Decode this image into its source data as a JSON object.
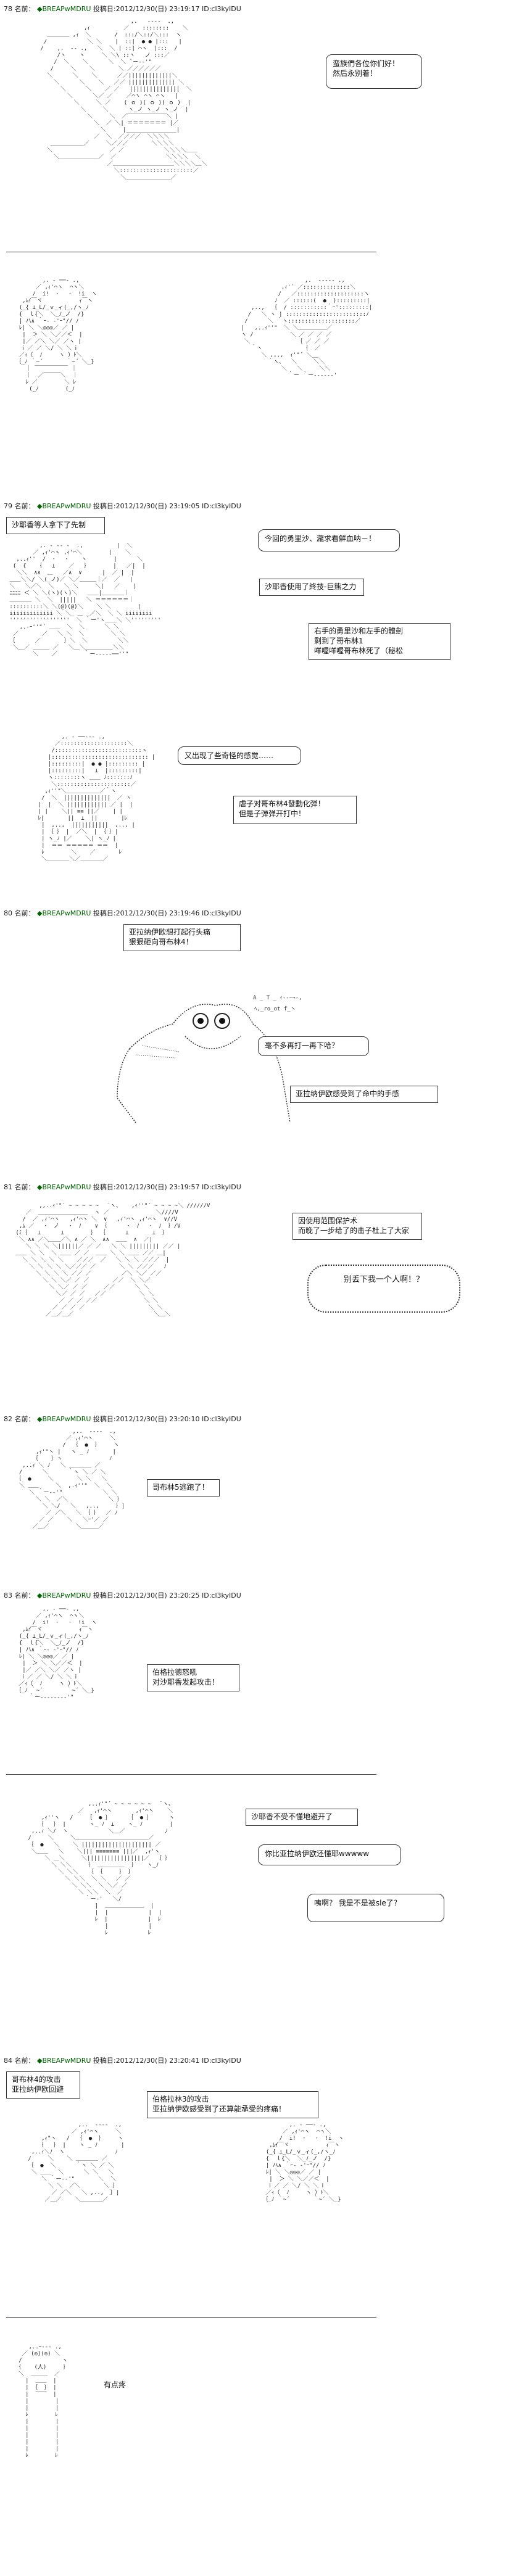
{
  "posts": [
    {
      "num": "78",
      "label": "名前：",
      "name": "◆BREAPwMDRU",
      "date": "投稿日:2012/12/30(日) 23:19:17",
      "id": "ID:cl3kyIDU"
    },
    {
      "num": "79",
      "label": "名前：",
      "name": "◆BREAPwMDRU",
      "date": "投稿日:2012/12/30(日) 23:19:05",
      "id": "ID:cl3kyIDU"
    },
    {
      "num": "80",
      "label": "名前：",
      "name": "◆BREAPwMDRU",
      "date": "投稿日:2012/12/30(日) 23:19:46",
      "id": "ID:cl3kyIDU"
    },
    {
      "num": "81",
      "label": "名前：",
      "name": "◆BREAPwMDRU",
      "date": "投稿日:2012/12/30(日) 23:19:57",
      "id": "ID:cl3kyIDU"
    },
    {
      "num": "82",
      "label": "名前：",
      "name": "◆BREAPwMDRU",
      "date": "投稿日:2012/12/30(日) 23:20:10",
      "id": "ID:cl3kyIDU"
    },
    {
      "num": "83",
      "label": "名前：",
      "name": "◆BREAPwMDRU",
      "date": "投稿日:2012/12/30(日) 23:20:25",
      "id": "ID:cl3kyIDU"
    },
    {
      "num": "84",
      "label": "名前：",
      "name": "◆BREAPwMDRU",
      "date": "投稿日:2012/12/30(日) 23:20:41",
      "id": "ID:cl3kyIDU"
    }
  ],
  "dialogue": {
    "d1": "蛮族們各位你们好！\n然后永别着！",
    "d2": "沙耶香等人拿下了先制",
    "d3": "今回的勇里沙、瀧求看鮮血呐－！",
    "d4": "沙耶香使用了終技‐巨熊之力",
    "d5": "右手的勇里沙和左手的體劍\n剩到了哥布林1\n咩喔咩喔哥布林死了（秘松",
    "d6": "又出现了些奇怪的感觉……",
    "d7": "虐子对哥布林4發動化弹！\n但是子弹弹开打中！",
    "d8": "亚拉纳伊欧想打起行头痛\n狠狠砸向哥布林4！",
    "d9": "毫不多再打一再下哈？",
    "d10": "亚拉纳伊欧感受到了命中的手感",
    "d11": "因使用范围保护术\n而晚了一步给了的击子杜上了大家",
    "d12": "别丢下我一个人啊！？",
    "d13": "哥布林5逃跑了！",
    "d14": "伯格拉德怒吼\n对沙耶香发起攻击！",
    "d15": "沙耶香不受不懂地避开了",
    "d16": "你比亚拉纳伊欧还懂耶wwwww",
    "d17": "咦啊？  我是不是被sle了？",
    "d18": "哥布林4的攻击\n亚拉纳伊欧回避",
    "d19": "伯格拉林3的攻击\n亚拉纳伊欧感受到了还算能承受的疼痛！",
    "d20": "有点疼"
  },
  "colors": {
    "name": "#006400",
    "text": "#111111",
    "line": "#333333"
  }
}
